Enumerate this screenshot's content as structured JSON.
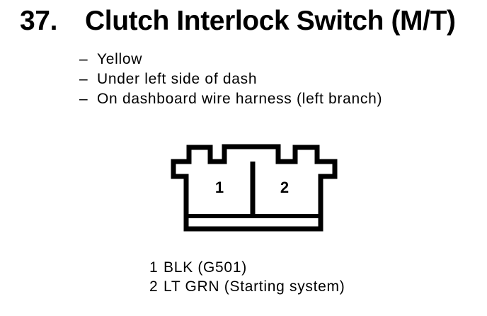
{
  "colors": {
    "ink": "#000000",
    "paper": "#ffffff"
  },
  "header": {
    "section_number": "37.",
    "title": "Clutch Interlock Switch (M/T)"
  },
  "details": {
    "bullet_char": "–",
    "items": [
      "Yellow",
      "Under left side of dash",
      "On dashboard wire harness (left branch)"
    ]
  },
  "connector": {
    "description": "2-cavity connector, front view",
    "cavity_labels": [
      "1",
      "2"
    ]
  },
  "pin_legend": [
    {
      "pin": "1",
      "wire": "BLK (G501)"
    },
    {
      "pin": "2",
      "wire": "LT GRN (Starting system)"
    }
  ]
}
